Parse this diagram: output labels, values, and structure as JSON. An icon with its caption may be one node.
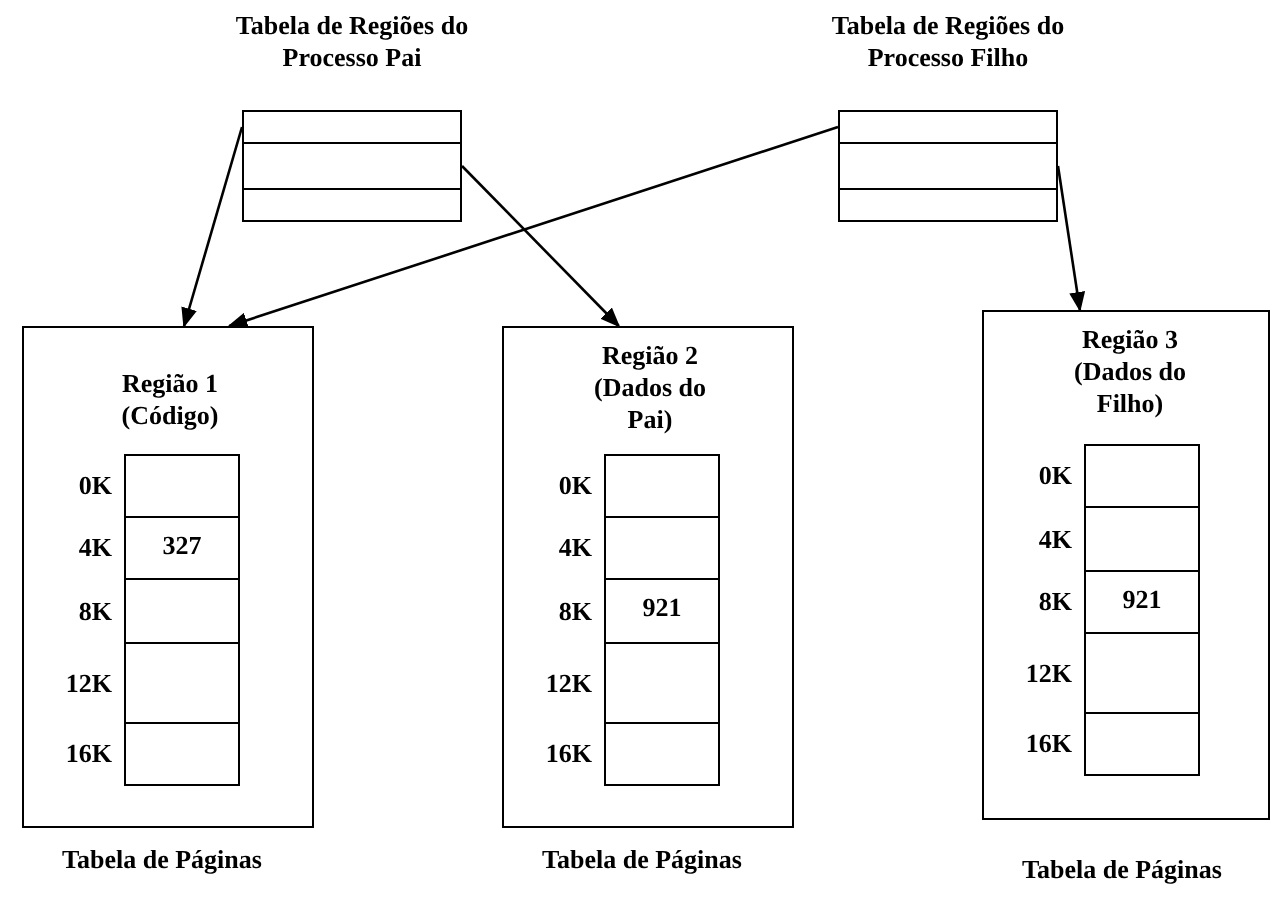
{
  "diagram": {
    "nodes": [
      {
        "text": [
          "Tabela de Regiões do Processo Pai"
        ]
      },
      {
        "text": [],
        "shape": "box",
        "in": 0
      },
      {
        "text": [],
        "shape": "box",
        "in": 0
      },
      {
        "text": [],
        "shape": "box",
        "in": 0
      },
      {
        "text": [
          "Tabela de Regiões do Processo Filho"
        ]
      },
      {
        "text": [],
        "shape": "box",
        "in": 4
      },
      {
        "text": [],
        "shape": "box",
        "in": 4
      },
      {
        "text": [],
        "shape": "box",
        "in": 4
      },
      {
        "text": [
          "Região 1 (Código)"
        ],
        "beside": [
          "Tabela de Páginas"
        ]
      },
      {
        "text": [],
        "shape": "box",
        "in": 8,
        "beside": [
          "0K"
        ]
      },
      {
        "text": [
          "327"
        ],
        "in": 8,
        "beside": [
          "4K"
        ]
      },
      {
        "text": [],
        "shape": "box",
        "in": 8,
        "beside": [
          "8K"
        ]
      },
      {
        "text": [],
        "shape": "box",
        "in": 8,
        "beside": [
          "12K"
        ]
      },
      {
        "text": [],
        "shape": "box",
        "in": 8,
        "beside": [
          "16K"
        ]
      },
      {
        "text": [
          "Região 2 (Dados do Pai)"
        ],
        "beside": [
          "Tabela de Páginas"
        ]
      },
      {
        "text": [],
        "shape": "box",
        "in": 14,
        "beside": [
          "0K"
        ]
      },
      {
        "text": [],
        "shape": "box",
        "in": 14,
        "beside": [
          "4K"
        ]
      },
      {
        "text": [
          "921"
        ],
        "in": 14,
        "beside": [
          "8K"
        ]
      },
      {
        "text": [],
        "shape": "box",
        "in": 14,
        "beside": [
          "12K"
        ]
      },
      {
        "text": [],
        "shape": "box",
        "in": 14,
        "beside": [
          "16K"
        ]
      },
      {
        "text": [
          "Região 3 (Dados do Filho)"
        ],
        "beside": [
          "Tabela de Páginas"
        ]
      },
      {
        "text": [],
        "shape": "box",
        "in": 20,
        "beside": [
          "0K"
        ]
      },
      {
        "text": [],
        "shape": "box",
        "in": 20,
        "beside": [
          "4K"
        ]
      },
      {
        "text": [
          "921"
        ],
        "in": 20,
        "beside": [
          "8K"
        ]
      },
      {
        "text": [],
        "shape": "box",
        "in": 20,
        "beside": [
          "12K"
        ]
      },
      {
        "text": [],
        "shape": "box",
        "in": 20,
        "beside": [
          "16K"
        ]
      }
    ],
    "edges": [
      {
        "from": 1,
        "to": 8,
        "arrow": "to"
      },
      {
        "from": 2,
        "to": 14,
        "arrow": "to"
      },
      {
        "from": 5,
        "to": 8,
        "arrow": "to"
      },
      {
        "from": 6,
        "to": 20,
        "arrow": "to"
      }
    ]
  }
}
